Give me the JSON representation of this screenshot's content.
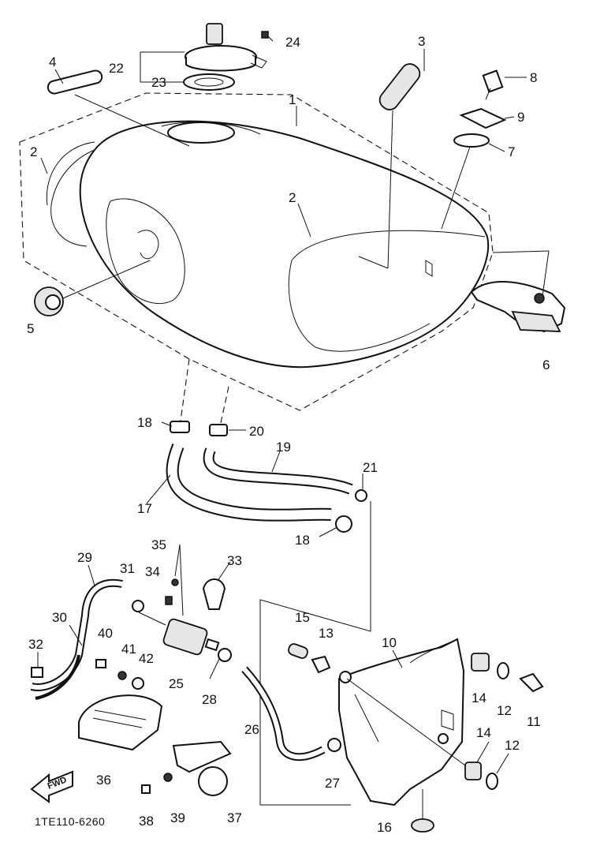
{
  "diagram": {
    "code": "1TE110-6260",
    "fwd_label": "FWD",
    "callouts": {
      "c1": "1",
      "c2a": "2",
      "c2b": "2",
      "c3": "3",
      "c4": "4",
      "c5": "5",
      "c6": "6",
      "c7": "7",
      "c8": "8",
      "c9": "9",
      "c10": "10",
      "c11": "11",
      "c12a": "12",
      "c12b": "12",
      "c13": "13",
      "c14a": "14",
      "c14b": "14",
      "c15": "15",
      "c16": "16",
      "c17": "17",
      "c18a": "18",
      "c18b": "18",
      "c19": "19",
      "c20": "20",
      "c21": "21",
      "c22": "22",
      "c23": "23",
      "c24": "24",
      "c25": "25",
      "c26": "26",
      "c27": "27",
      "c28": "28",
      "c29": "29",
      "c30": "30",
      "c31": "31",
      "c32": "32",
      "c33": "33",
      "c34": "34",
      "c35": "35",
      "c36": "36",
      "c37": "37",
      "c38": "38",
      "c39": "39",
      "c40": "40",
      "c41": "41",
      "c42": "42"
    }
  }
}
